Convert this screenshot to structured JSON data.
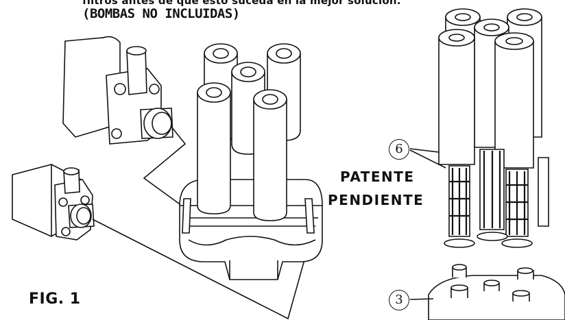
{
  "text": {
    "line1": "filtros antes de que esto suceda en la mejor solución.",
    "line2": "(BOMBAS NO INCLUIDAS)",
    "patent_line1": "PATENTE",
    "patent_line2": "PENDIENTE",
    "figure_label": "FIG. 1"
  },
  "callouts": {
    "six": "6",
    "three": "3"
  }
}
